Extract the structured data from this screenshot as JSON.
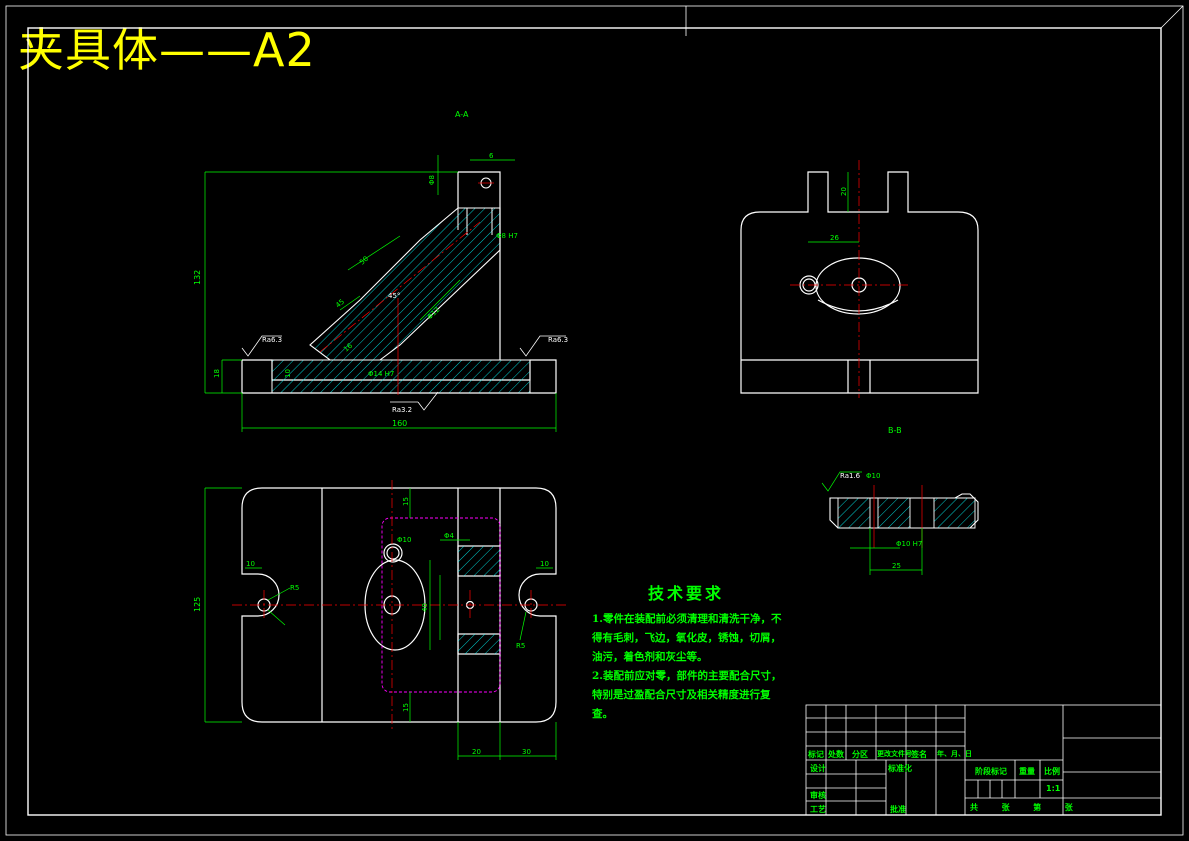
{
  "title": "夹具体——A2",
  "views": {
    "section_label_top": "A-A",
    "section_label_right": "B-B"
  },
  "dimensions": {
    "overall_width": "160",
    "overall_height": "132",
    "base_thickness": "18",
    "rib": "10",
    "top_offset": "6",
    "top_slot": "Φ8",
    "angled_len_1": "50",
    "angled_len_2": "45",
    "angled_len_3": "16",
    "angled_bore": "Φ12",
    "angle": "45°",
    "small_hole": "Φ8 H7",
    "bore_dia": "Φ14 H7",
    "plan_height": "125",
    "plan_top": "15",
    "plan_bottom": "15",
    "plan_slot_left": "10",
    "plan_slot_right": "10",
    "plan_r_left": "R5",
    "plan_r_right": "R5",
    "plan_w1": "20",
    "plan_w2": "30",
    "plan_d1": "Φ4",
    "plan_d2": "Φ10",
    "plan_v": "40",
    "right_w": "26",
    "right_h": "20",
    "bb_w": "25",
    "bb_d": "Φ10",
    "bb_hole": "Φ10 H7"
  },
  "surface_finish": {
    "left": "Ra6.3",
    "right": "Ra6.3",
    "bottom": "Ra3.2",
    "bb": "Ra1.6"
  },
  "tech_requirements": {
    "title": "技术要求",
    "lines": [
      "1.零件在装配前必须清理和清洗干净，不",
      "得有毛刺，飞边，氧化皮，锈蚀，切屑，",
      "油污，着色剂和灰尘等。",
      "2.装配前应对零，部件的主要配合尺寸，",
      "特别是过盈配合尺寸及相关精度进行复",
      "查。"
    ]
  },
  "title_block": {
    "headers": [
      "标记",
      "处数",
      "分区",
      "更改文件号",
      "签名",
      "年、月、日"
    ],
    "design": "设计",
    "standard": "标准化",
    "check": "审核",
    "process": "工艺",
    "approve": "批准",
    "stage": "阶段标记",
    "weight": "重量",
    "scale_label": "比例",
    "scale": "1:1",
    "sheets": "共  张  第  张"
  },
  "colors": {
    "outline": "#ffffff",
    "dimension": "#00ff00",
    "hatch": "#00ffff",
    "center": "#ff0000",
    "title": "#ffff00",
    "phantom": "#ff00ff"
  }
}
